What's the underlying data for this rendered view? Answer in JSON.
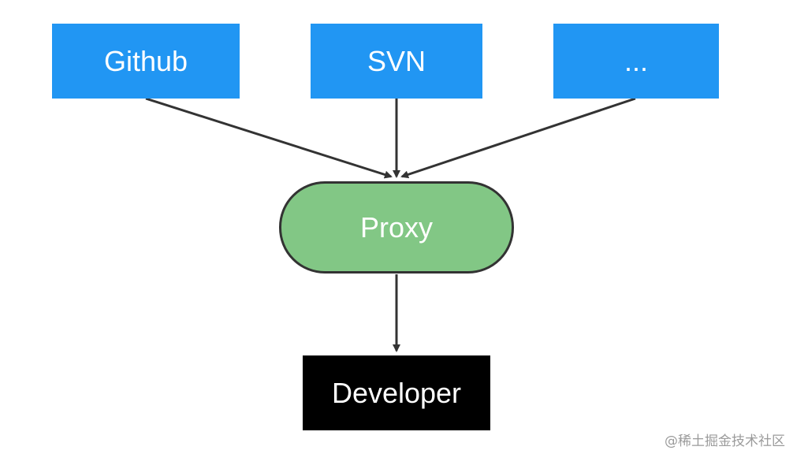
{
  "nodes": {
    "github": "Github",
    "svn": "SVN",
    "more": "...",
    "proxy": "Proxy",
    "developer": "Developer"
  },
  "watermark": "@稀土掘金技术社区",
  "colors": {
    "source_fill": "#2196f3",
    "proxy_fill": "#82c785",
    "developer_fill": "#000000",
    "edge": "#333333"
  }
}
